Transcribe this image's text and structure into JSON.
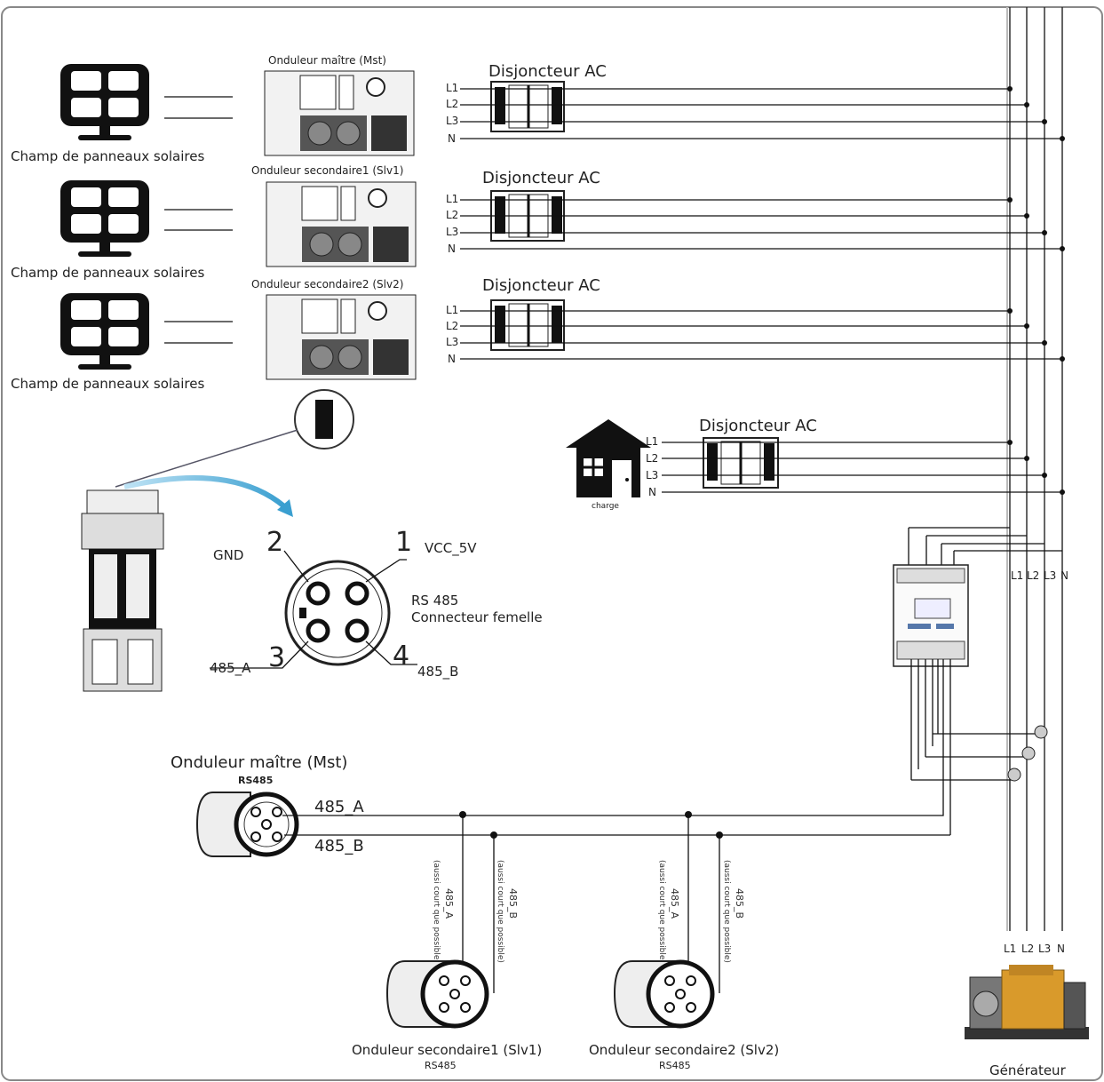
{
  "inverters": [
    {
      "title": "Onduleur maître (Mst)",
      "panel_label": "Champ de panneaux solaires",
      "breaker_label": "Disjoncteur AC"
    },
    {
      "title": "Onduleur secondaire1 (Slv1)",
      "panel_label": "Champ de panneaux solaires",
      "breaker_label": "Disjoncteur AC"
    },
    {
      "title": "Onduleur  secondaire2 (Slv2)",
      "panel_label": "Champ de panneaux solaires",
      "breaker_label": "Disjoncteur AC"
    }
  ],
  "phase_labels": [
    "L1",
    "L2",
    "L3",
    "N"
  ],
  "load": {
    "label": "charge",
    "breaker_label": "Disjoncteur AC"
  },
  "connector": {
    "pins": [
      {
        "num": "1",
        "name": "VCC_5V"
      },
      {
        "num": "2",
        "name": "GND"
      },
      {
        "num": "3",
        "name": "485_A"
      },
      {
        "num": "4",
        "name": "485_B"
      }
    ],
    "title_line1": "RS 485",
    "title_line2": "Connecteur femelle"
  },
  "rs485": {
    "master_title": "Onduleur maître (Mst)",
    "master_sub": "RS485",
    "line_a": "485_A",
    "line_b": "485_B",
    "slaves": [
      {
        "title": "Onduleur secondaire1 (Slv1)",
        "sub": "RS485",
        "drop_a": "485_A",
        "drop_a_note": "(aussi court que possible)",
        "drop_b": "485_B",
        "drop_b_note": "(aussi court que possible)"
      },
      {
        "title": "Onduleur  secondaire2 (Slv2)",
        "sub": "RS485",
        "drop_a": "485_A",
        "drop_a_note": "(aussi court que possible)",
        "drop_b": "485_B",
        "drop_b_note": "(aussi court que possible)"
      }
    ]
  },
  "generator": {
    "label": "Générateur"
  },
  "bus_labels_top": [
    "L1",
    "L2",
    "L3",
    "N"
  ],
  "bus_labels_bottom": [
    "L1",
    "L2",
    "L3",
    "N"
  ]
}
